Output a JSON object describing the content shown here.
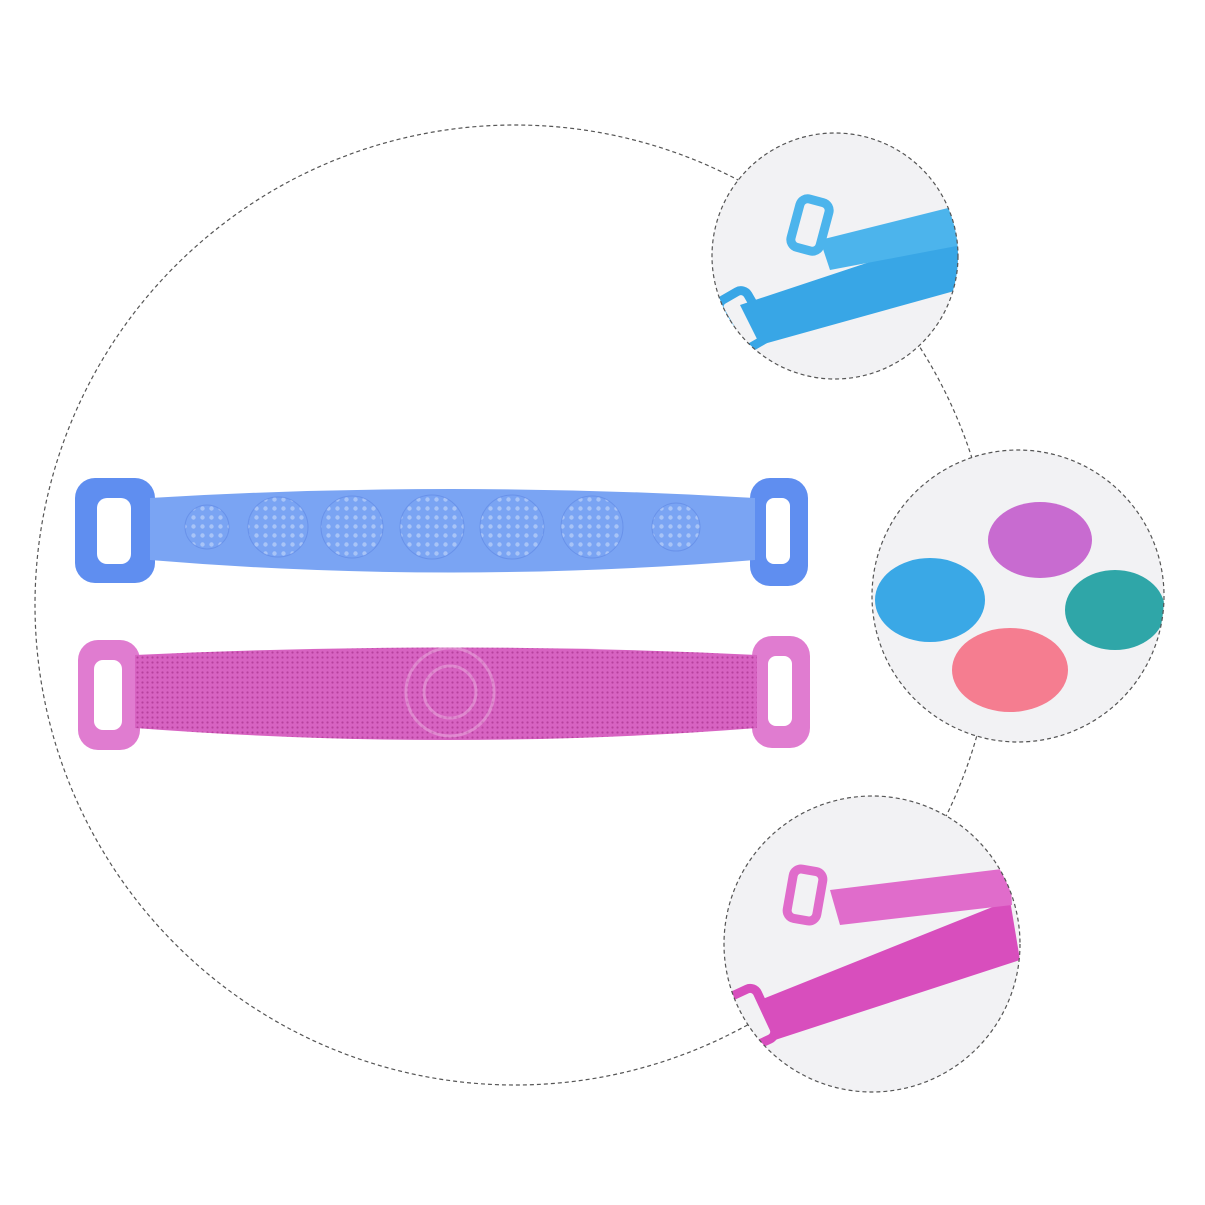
{
  "colors": {
    "background": "#ffffff",
    "dashed_outline": "#555555",
    "blue_strap": "#6f9cf0",
    "blue_strap_dark": "#4f7fe0",
    "pink_strap": "#e070c8",
    "pink_strap_dark": "#c94bb0",
    "cyan_strap": "#3aa8e6",
    "magenta_strap": "#e04cc0",
    "teal_roll": "#2fa6a8",
    "coral_roll": "#f57d90",
    "purple_roll": "#c86bd0",
    "inset_background": "#f1f1f3"
  },
  "icons": [
    "blue-back-scrubber",
    "pink-back-scrubber",
    "cyan-scrubber-detail",
    "rolled-scrubbers",
    "magenta-scrubber-detail"
  ]
}
